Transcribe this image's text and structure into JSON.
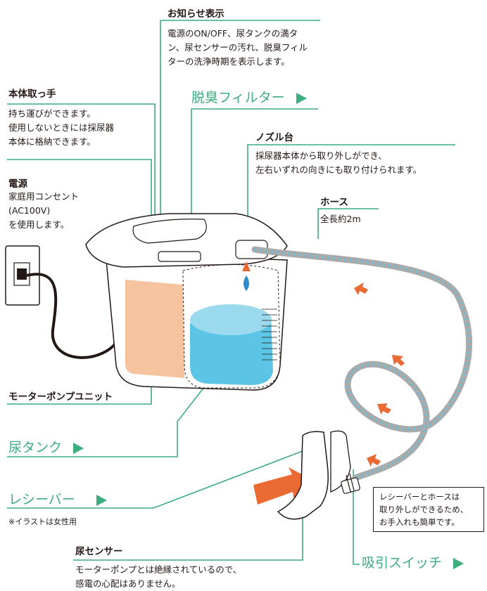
{
  "labels": {
    "notify_title": "お知らせ表示",
    "notify_body": [
      "電源のON/OFF、尿タンクの満タ",
      "ン、尿センサーの汚れ、脱臭フィル",
      "ターの洗浄時期を表示します。"
    ],
    "filter": "脱臭フィルター",
    "handle_title": "本体取っ手",
    "handle_body": [
      "持ち運びができます。",
      "使用しないときには採尿器",
      "本体に格納できます。"
    ],
    "nozzle_title": "ノズル台",
    "nozzle_body": [
      "採尿器本体から取り外しができ、",
      "左右いずれの向きにも取り付けられます。"
    ],
    "power_title": "電源",
    "power_body": [
      "家庭用コンセント",
      "(AC100V)",
      "を使用します。"
    ],
    "hose_title": "ホース",
    "hose_body": "全長約2m",
    "motor_title": "モーターポンプユニット",
    "tank": "尿タンク",
    "receiver": "レシーバー",
    "receiver_note": "※イラストは女性用",
    "box_text": [
      "レシーバーとホースは",
      "取り外しができるため、",
      "お手入れも簡単です。"
    ],
    "sensor_title": "尿センサー",
    "sensor_body": [
      "モーターポンプとは絶縁されているので、",
      "感電の心配はありません。"
    ],
    "suction": "吸引スイッチ"
  },
  "colors": {
    "accent_green": "#3dac7e",
    "tank_blue": "#5cc4e4",
    "motor_orange": "#f6c39f",
    "arrow_orange": "#ea6a33",
    "hose_gray": "#aaaaaa",
    "hose_dot": "#5cc4e4"
  }
}
